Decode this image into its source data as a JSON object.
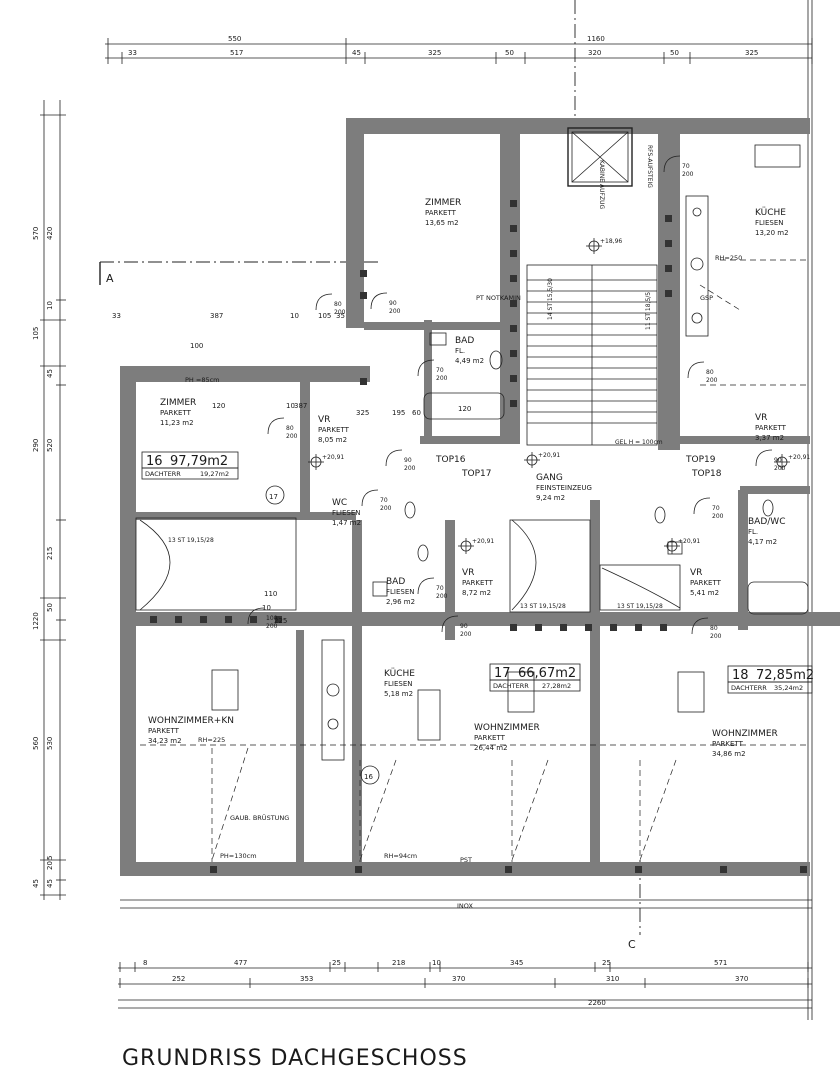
{
  "title": "GRUNDRISS DACHGESCHOSS",
  "section_marks": {
    "a": "A",
    "c": "C"
  },
  "top_dimensions": {
    "row1": [
      "550",
      "1160"
    ],
    "row2": [
      "33",
      "517",
      "45",
      "325",
      "50",
      "320",
      "50",
      "325"
    ]
  },
  "left_dimensions": [
    "570",
    "420",
    "10",
    "105",
    "45",
    "290",
    "520",
    "215",
    "50",
    "1220",
    "530",
    "560",
    "45",
    "20",
    "5",
    "45"
  ],
  "bottom_dimensions": {
    "row1": [
      "8",
      "477",
      "25",
      "218",
      "10",
      "345",
      "25",
      "571"
    ],
    "row2": [
      "252",
      "353",
      "370",
      "310",
      "370"
    ],
    "total": "2260"
  },
  "interior_dimensions": [
    "33",
    "387",
    "10",
    "105",
    "35",
    "120",
    "10",
    "325",
    "195",
    "60",
    "120",
    "10",
    "387",
    "100",
    "225",
    "110"
  ],
  "labels": {
    "ph": "PH =85cm",
    "pt_notkamin": "PT NOTKAMIN",
    "gel_h": "GEL H = 100cm",
    "rh_225": "RH=225",
    "rh_250": "RH=250",
    "rh_94": "RH=94cm",
    "ph_130": "PH=130cm",
    "gsp": "GSP",
    "pst": "PST",
    "fensterbank": "GAUB. BRÜSTUNG",
    "kabine_aufzug": "KABINE AUFZUG",
    "rfs_aufsteig": "RFS-AUFSTEIG",
    "inox": "INOX",
    "st_1": "14 ST 15,5/30",
    "st_2": "11 ST 18,5/5",
    "st_3": "13 ST 19,15/28",
    "st_4": "13 ST 19,15/28",
    "st_5": "13 ST 19,15/28"
  },
  "levels": [
    "+18,96",
    "+20,91",
    "+20,91",
    "+20,91",
    "+20,91",
    "+20,91"
  ],
  "rooms": [
    {
      "name": "ZIMMER",
      "floor": "PARKETT",
      "area": "13,65 m2"
    },
    {
      "name": "KÜCHE",
      "floor": "FLIESEN",
      "area": "13,20 m2"
    },
    {
      "name": "BAD",
      "floor": "FL.",
      "area": "4,49 m2"
    },
    {
      "name": "ZIMMER",
      "floor": "PARKETT",
      "area": "11,23 m2"
    },
    {
      "name": "VR",
      "floor": "PARKETT",
      "area": "8,05 m2"
    },
    {
      "name": "VR",
      "floor": "PARKETT",
      "area": "3,37 m2"
    },
    {
      "name": "GANG",
      "floor": "FEINSTEINZEUG",
      "area": "9,24 m2"
    },
    {
      "name": "WC",
      "floor": "FLIESEN",
      "area": "1,47 m2"
    },
    {
      "name": "BAD/WC",
      "floor": "FL.",
      "area": "4,17 m2"
    },
    {
      "name": "BAD",
      "floor": "FLIESEN",
      "area": "2,96 m2"
    },
    {
      "name": "VR",
      "floor": "PARKETT",
      "area": "8,72 m2"
    },
    {
      "name": "VR",
      "floor": "PARKETT",
      "area": "5,41 m2"
    },
    {
      "name": "KÜCHE",
      "floor": "FLIESEN",
      "area": "5,18 m2"
    },
    {
      "name": "WOHNZIMMER+KN",
      "floor": "PARKETT",
      "area": "34,23 m2"
    },
    {
      "name": "WOHNZIMMER",
      "floor": "PARKETT",
      "area": "26,44 m2"
    },
    {
      "name": "WOHNZIMMER",
      "floor": "PARKETT",
      "area": "34,86 m2"
    }
  ],
  "units": [
    {
      "number": "16",
      "area": "97,79m2",
      "terrace_label": "DACHTERR",
      "terrace_area": "19,27m2"
    },
    {
      "number": "17",
      "area": "66,67m2",
      "terrace_label": "DACHTERR",
      "terrace_area": "27,28m2"
    },
    {
      "number": "18",
      "area": "72,85m2",
      "terrace_label": "DACHTERR",
      "terrace_area": "35,24m2"
    }
  ],
  "tops": [
    "TOP16",
    "TOP17",
    "TOP19",
    "TOP18"
  ],
  "circled": [
    "17",
    "16"
  ],
  "door_dims": {
    "d80_200": [
      "80",
      "200"
    ],
    "d90_200": [
      "90",
      "200"
    ],
    "d70_200": [
      "70",
      "200"
    ],
    "d100_200": [
      "100",
      "200"
    ]
  }
}
